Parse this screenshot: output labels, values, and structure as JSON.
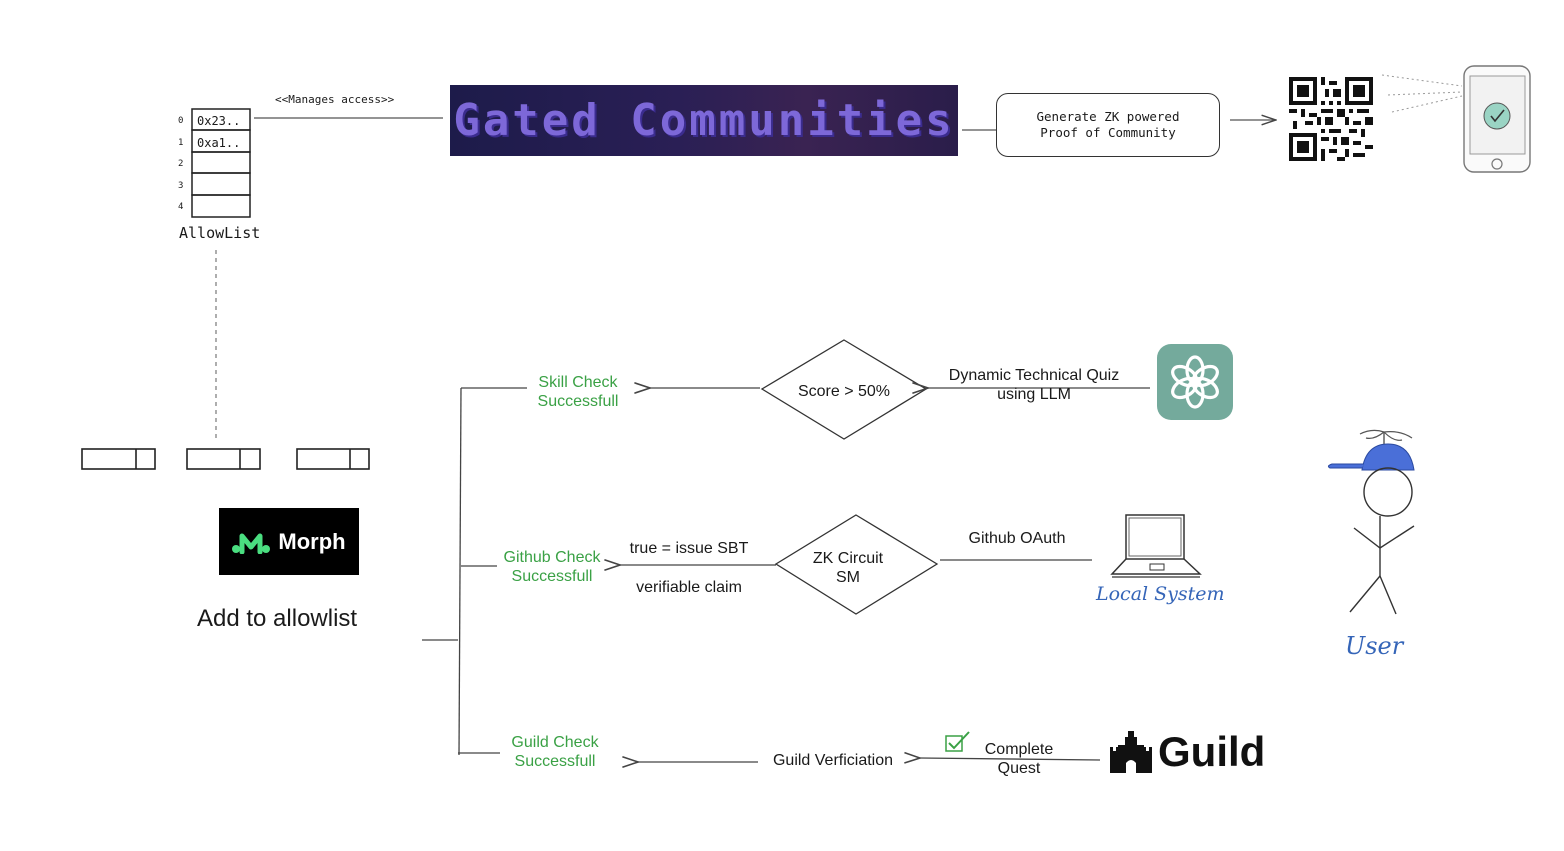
{
  "allowlist": {
    "indices": [
      "0",
      "1",
      "2",
      "3",
      "4"
    ],
    "slots": [
      "0x23..",
      "0xa1..",
      "",
      "",
      ""
    ],
    "label": "AllowList",
    "manages_label": "<<Manages access>>"
  },
  "banner": {
    "title": "Gated Communities"
  },
  "zk_proof": {
    "line1": "Generate ZK powered",
    "line2": "Proof of Community"
  },
  "morph": {
    "logo_text": "Morph",
    "caption": "Add to allowlist"
  },
  "checks": {
    "skill": {
      "line1": "Skill Check",
      "line2": "Successfull"
    },
    "github": {
      "line1": "Github Check",
      "line2": "Successfull"
    },
    "guild": {
      "line1": "Guild Check",
      "line2": "Successfull"
    }
  },
  "decisions": {
    "score": "Score > 50%",
    "zk_line1": "ZK Circuit",
    "zk_line2": "SM"
  },
  "edges": {
    "quiz_line1": "Dynamic Technical Quiz",
    "quiz_line2": "using LLM",
    "issue_sbt": "true = issue SBT",
    "verifiable": "verifiable claim",
    "github_oauth": "Github OAuth",
    "guild_verification": "Guild Verficiation",
    "complete_line1": "Complete",
    "complete_line2": "Quest"
  },
  "actors": {
    "local_system": "Local System",
    "user": "User",
    "guild_logo": "Guild"
  },
  "colors": {
    "green": "#3aa145",
    "blue_hand": "#3565b8",
    "chatgpt": "#74aa9c",
    "banner_bg": "#1d1b4a",
    "cap": "#4a6fd8"
  },
  "icons": [
    "qr-code-icon",
    "phone-icon",
    "chatgpt-icon",
    "laptop-icon",
    "guild-castle-icon",
    "morph-logo-icon",
    "stick-figure-icon",
    "checkbox-icon"
  ]
}
